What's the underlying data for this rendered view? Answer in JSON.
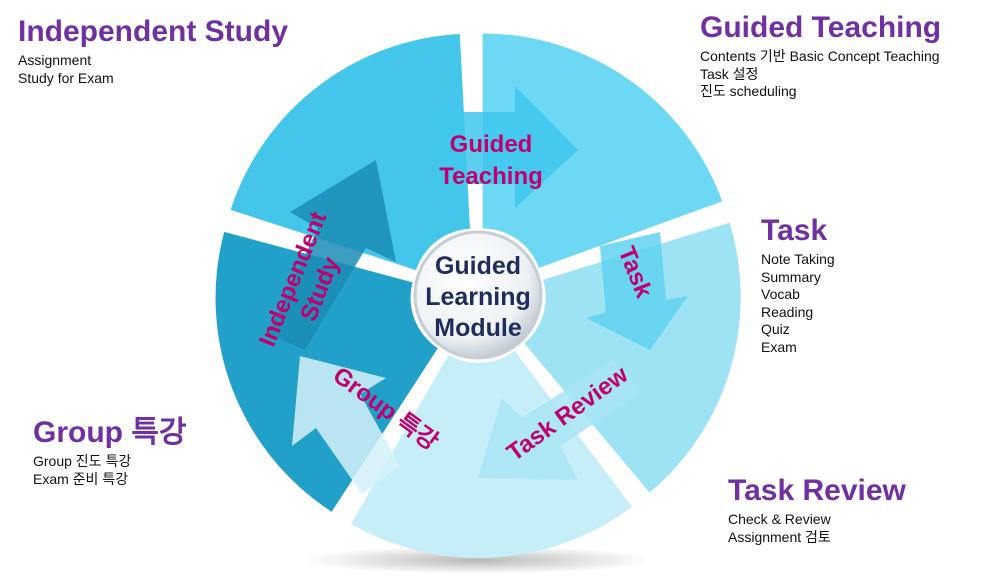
{
  "colors": {
    "heading": "#7030a0",
    "segment_label": "#c0006f",
    "center_text": "#1f2d5a",
    "seg_guided_teaching": "#6dd8f3",
    "seg_task": "#9ee3f3",
    "seg_task_review": "#c6eef8",
    "seg_group": "#21a1c9",
    "seg_independent": "#44c6ea"
  },
  "legend": [
    {
      "title": "Independent Study",
      "items": [
        "Assignment",
        "Study for Exam"
      ]
    },
    {
      "title": "Guided Teaching",
      "items": [
        "Contents 기반 Basic Concept Teaching",
        "Task 설정",
        "진도 scheduling"
      ]
    },
    {
      "title": "Task",
      "items": [
        "Note Taking",
        "Summary",
        "Vocab",
        "Reading",
        "Quiz",
        "Exam"
      ]
    },
    {
      "title": "Task Review",
      "items": [
        "Check & Review",
        "Assignment 검토"
      ]
    },
    {
      "title": "Group 특강",
      "items": [
        "Group 진도 특강",
        "Exam 준비 특강"
      ]
    }
  ],
  "cycle": {
    "segments": [
      {
        "label_lines": [
          "Guided",
          "Teaching"
        ],
        "icon": "arrow-right"
      },
      {
        "label_lines": [
          "Task"
        ],
        "icon": "arrow-down"
      },
      {
        "label_lines": [
          "Task Review"
        ],
        "icon": "arrow-down-left"
      },
      {
        "label_lines": [
          "Group 특강"
        ],
        "icon": "arrow-up-left"
      },
      {
        "label_lines": [
          "Independent",
          "Study"
        ],
        "icon": "arrow-up-right"
      }
    ],
    "center": [
      "Guided",
      "Learning",
      "Module"
    ]
  }
}
